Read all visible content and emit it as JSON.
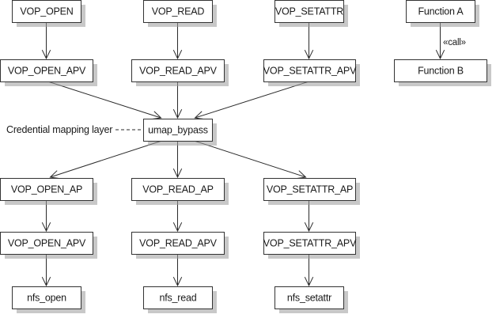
{
  "diagram": {
    "title": "",
    "nodes": [
      {
        "id": "vop_open",
        "label": "VOP_OPEN"
      },
      {
        "id": "vop_read",
        "label": "VOP_READ"
      },
      {
        "id": "vop_setattr",
        "label": "VOP_SETATTR"
      },
      {
        "id": "function_a",
        "label": "Function A"
      },
      {
        "id": "vop_open_apv_top",
        "label": "VOP_OPEN_APV"
      },
      {
        "id": "vop_read_apv_top",
        "label": "VOP_READ_APV"
      },
      {
        "id": "vop_setattr_apv_top",
        "label": "VOP_SETATTR_APV"
      },
      {
        "id": "function_b",
        "label": "Function B"
      },
      {
        "id": "umap_bypass",
        "label": "umap_bypass"
      },
      {
        "id": "vop_open_ap",
        "label": "VOP_OPEN_AP"
      },
      {
        "id": "vop_read_ap",
        "label": "VOP_READ_AP"
      },
      {
        "id": "vop_setattr_ap",
        "label": "VOP_SETATTR_AP"
      },
      {
        "id": "vop_open_apv_bottom",
        "label": "VOP_OPEN_APV"
      },
      {
        "id": "vop_read_apv_bottom",
        "label": "VOP_READ_APV"
      },
      {
        "id": "vop_setattr_apv_bottom",
        "label": "VOP_SETATTR_APV"
      },
      {
        "id": "nfs_open",
        "label": "nfs_open"
      },
      {
        "id": "nfs_read",
        "label": "nfs_read"
      },
      {
        "id": "nfs_setattr",
        "label": "nfs_setattr"
      }
    ],
    "edges": [
      {
        "from": "vop_open",
        "to": "vop_open_apv_top"
      },
      {
        "from": "vop_read",
        "to": "vop_read_apv_top"
      },
      {
        "from": "vop_setattr",
        "to": "vop_setattr_apv_top"
      },
      {
        "from": "function_a",
        "to": "function_b",
        "label": "«call»"
      },
      {
        "from": "vop_open_apv_top",
        "to": "umap_bypass"
      },
      {
        "from": "vop_read_apv_top",
        "to": "umap_bypass"
      },
      {
        "from": "vop_setattr_apv_top",
        "to": "umap_bypass"
      },
      {
        "from": "umap_bypass",
        "to": "vop_open_ap"
      },
      {
        "from": "umap_bypass",
        "to": "vop_read_ap"
      },
      {
        "from": "umap_bypass",
        "to": "vop_setattr_ap"
      },
      {
        "from": "vop_open_ap",
        "to": "vop_open_apv_bottom"
      },
      {
        "from": "vop_read_ap",
        "to": "vop_read_apv_bottom"
      },
      {
        "from": "vop_setattr_ap",
        "to": "vop_setattr_apv_bottom"
      },
      {
        "from": "vop_open_apv_bottom",
        "to": "nfs_open"
      },
      {
        "from": "vop_read_apv_bottom",
        "to": "nfs_read"
      },
      {
        "from": "vop_setattr_apv_bottom",
        "to": "nfs_setattr"
      }
    ],
    "annotation": {
      "label": "Credential mapping layer",
      "target": "umap_bypass"
    },
    "legend": {
      "caller": "Function A",
      "callee": "Function B",
      "relation": "«call»"
    }
  }
}
